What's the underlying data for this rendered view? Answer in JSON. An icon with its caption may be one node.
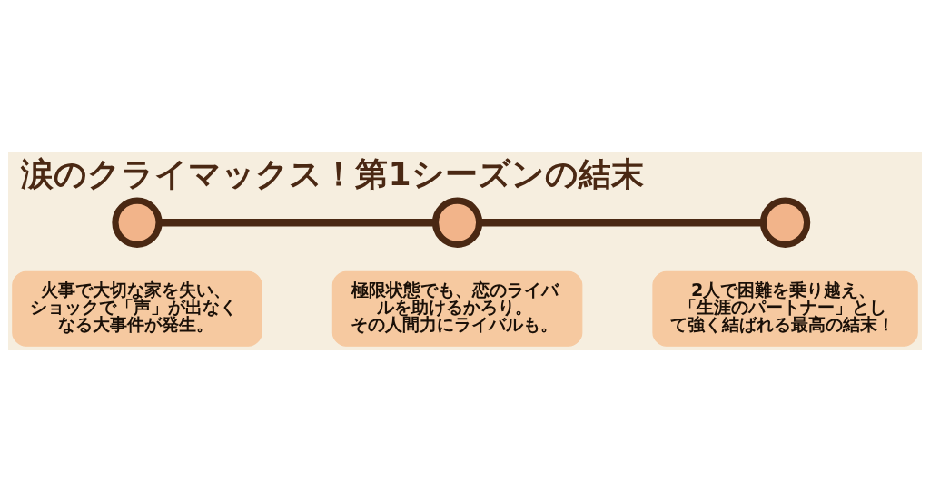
{
  "diagram": {
    "title": "涙のクライマックス！第1シーズンの結末",
    "nodes": [
      {
        "text": [
          "火事で大切な家を失い、ショックで「声」が出なくなる大事件が発生。"
        ]
      },
      {
        "text": [
          "極限状態でも、恋のライバルを助けるかろり。その人間力にライバルも。"
        ]
      },
      {
        "text": [
          "2人で困難を乗り越え、「生涯のパートナー」として強く結ばれる最高の結末！"
        ]
      },
      {
        "text": [],
        "shape": "circle"
      },
      {
        "text": [],
        "shape": "circle"
      },
      {
        "text": [],
        "shape": "circle"
      }
    ],
    "edges": [
      {
        "from": 3,
        "to": 4,
        "arrow": "none"
      },
      {
        "from": 4,
        "to": 5,
        "arrow": "none"
      }
    ]
  }
}
